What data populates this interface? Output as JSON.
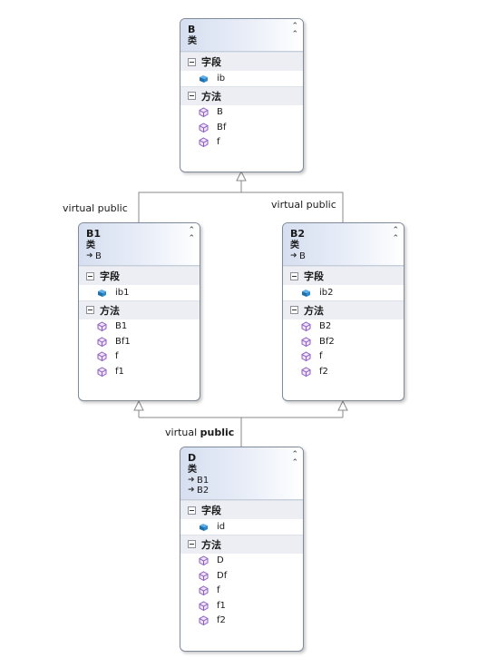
{
  "classes": {
    "B": {
      "name": "B",
      "kind": "类",
      "bases": [],
      "fields_title": "字段",
      "fields": [
        "ib"
      ],
      "methods_title": "方法",
      "methods": [
        "B",
        "Bf",
        "f"
      ]
    },
    "B1": {
      "name": "B1",
      "kind": "类",
      "bases": [
        "B"
      ],
      "fields_title": "字段",
      "fields": [
        "ib1"
      ],
      "methods_title": "方法",
      "methods": [
        "B1",
        "Bf1",
        "f",
        "f1"
      ]
    },
    "B2": {
      "name": "B2",
      "kind": "类",
      "bases": [
        "B"
      ],
      "fields_title": "字段",
      "fields": [
        "ib2"
      ],
      "methods_title": "方法",
      "methods": [
        "B2",
        "Bf2",
        "f",
        "f2"
      ]
    },
    "D": {
      "name": "D",
      "kind": "类",
      "bases": [
        "B1",
        "B2"
      ],
      "fields_title": "字段",
      "fields": [
        "id"
      ],
      "methods_title": "方法",
      "methods": [
        "D",
        "Df",
        "f",
        "f1",
        "f2"
      ]
    }
  },
  "edges": {
    "b1_to_b": {
      "prefix": "virtual public",
      "bold": ""
    },
    "b2_to_b": {
      "prefix": "virtual public",
      "bold": ""
    },
    "d_to_b1b2": {
      "prefix": "virtual ",
      "bold": "public"
    }
  },
  "colors": {
    "header_start": "#d6dff0",
    "section_bg": "#eceef3",
    "field_icon": "#1f78b4",
    "method_icon": "#8a5cc2",
    "border": "#7f8a9a"
  },
  "icons": {
    "collapse": "chevron-up-double-icon",
    "base": "inherit-arrow-icon",
    "field": "field-icon",
    "method": "method-icon"
  }
}
